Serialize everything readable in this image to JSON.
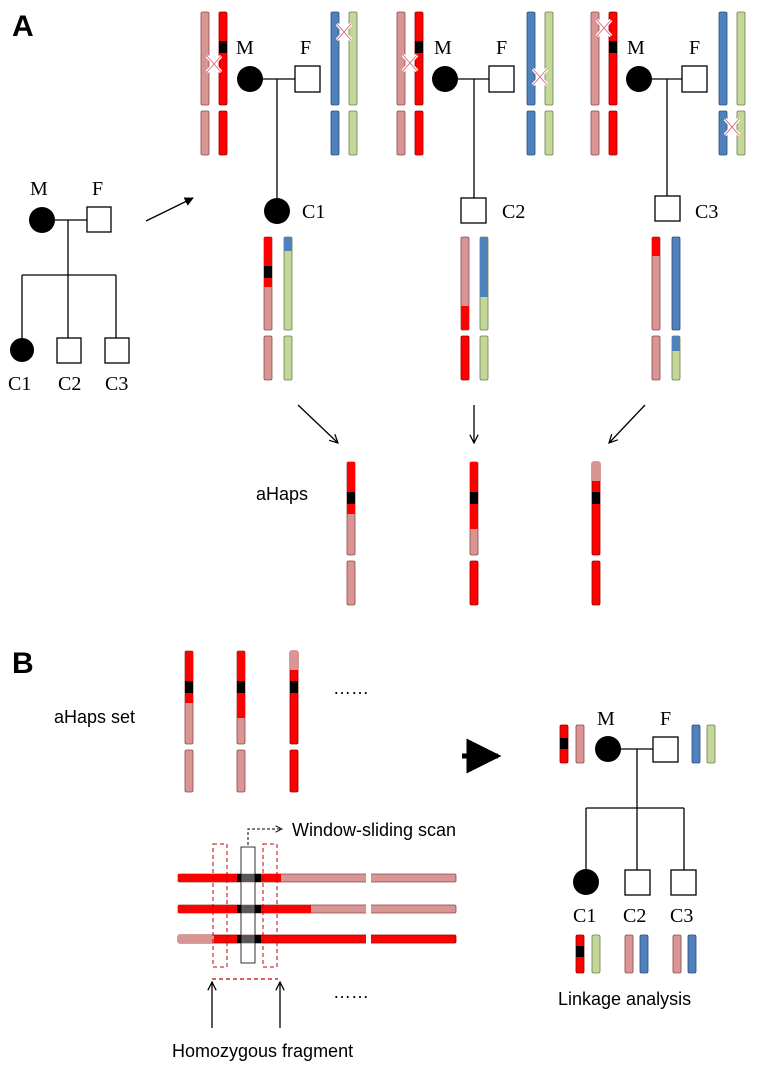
{
  "panels": {
    "a": {
      "label": "A",
      "small_pedigree": {
        "mother": "M",
        "father": "F",
        "children": [
          "C1",
          "C2",
          "C3"
        ]
      },
      "families": [
        {
          "mother": "M",
          "father": "F",
          "child": "C1"
        },
        {
          "mother": "M",
          "father": "F",
          "child": "C2"
        },
        {
          "mother": "M",
          "father": "F",
          "child": "C3"
        }
      ],
      "ahaps_label": "aHaps"
    },
    "b": {
      "label": "B",
      "ahaps_set_label": "aHaps set",
      "ellipsis": "……",
      "scan_label": "Window-sliding scan",
      "fragment_label": "Homozygous fragment",
      "pedigree": {
        "mother": "M",
        "father": "F",
        "children": [
          "C1",
          "C2",
          "C3"
        ]
      },
      "linkage_label": "Linkage analysis"
    }
  },
  "colors": {
    "maternal_red": "#ff0000",
    "maternal_pink": "#d99594",
    "paternal_blue": "#4f81bd",
    "paternal_green": "#c3d69b",
    "locus_black": "#000000",
    "crossover_marker": "#ffffff"
  }
}
